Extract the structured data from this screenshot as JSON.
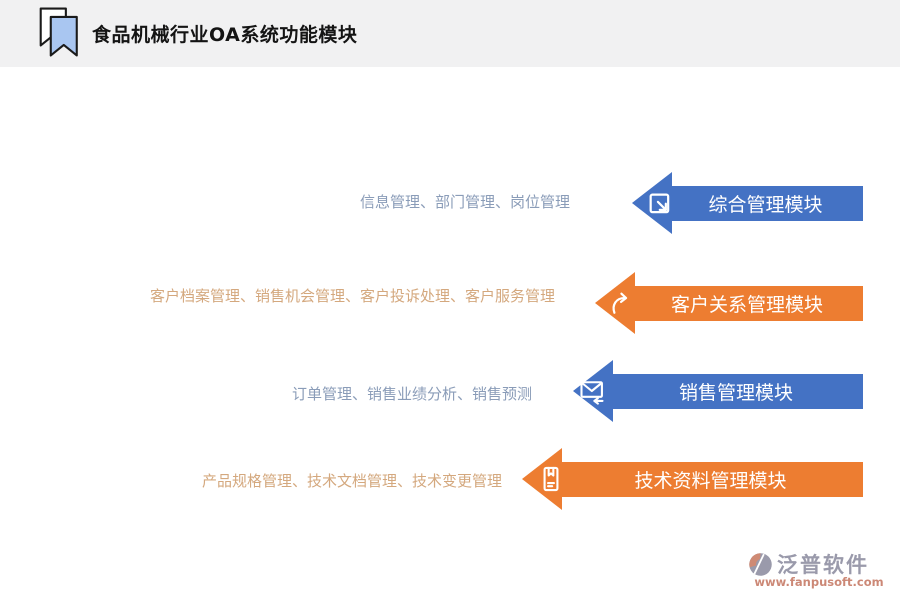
{
  "header": {
    "title": "食品机械行业OA系统功能模块",
    "icon": "bookmark-icon"
  },
  "rows": [
    {
      "description": "信息管理、部门管理、岗位管理",
      "module": "综合管理模块",
      "color": "#4472C4",
      "icon": "external-link-icon"
    },
    {
      "description": "客户档案管理、销售机会管理、客户投诉处理、客户服务管理",
      "module": "客户关系管理模块",
      "color": "#ED7D31",
      "icon": "redo-arrow-icon"
    },
    {
      "description": "订单管理、销售业绩分析、销售预测",
      "module": "销售管理模块",
      "color": "#4472C4",
      "icon": "mail-receive-icon"
    },
    {
      "description": "产品规格管理、技术文档管理、技术变更管理",
      "module": "技术资料管理模块",
      "color": "#ED7D31",
      "icon": "journal-icon"
    }
  ],
  "footer": {
    "brand": "泛普软件",
    "website": "www.fanpusoft.com"
  },
  "colors": {
    "blue": "#4472C4",
    "orange": "#ED7D31",
    "desc_blue": "#8A9CB8",
    "desc_orange": "#D4A87E",
    "header_bg": "#F1F1F2",
    "logo_gray": "#9A9AAB",
    "logo_salmon": "#CC8876"
  }
}
